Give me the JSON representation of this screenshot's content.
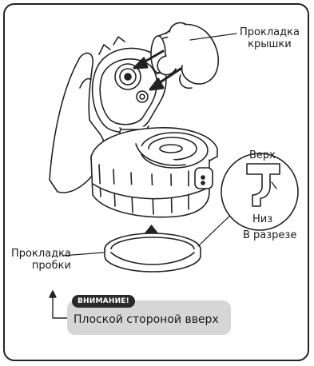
{
  "labels": {
    "lid_gasket_line1": "Прокладка",
    "lid_gasket_line2": "крышки",
    "stopper_gasket_line1": "Прокладка",
    "stopper_gasket_line2": "пробки",
    "top": "Верх",
    "bottom": "Низ",
    "cross_section": "В разрезе"
  },
  "caution": {
    "badge": "ВНИМАНИЕ!",
    "text": "Плоской стороной вверх"
  },
  "colors": {
    "outline": "#222222",
    "caution_box": "#d6d6d6",
    "badge": "#2a2a2a"
  }
}
